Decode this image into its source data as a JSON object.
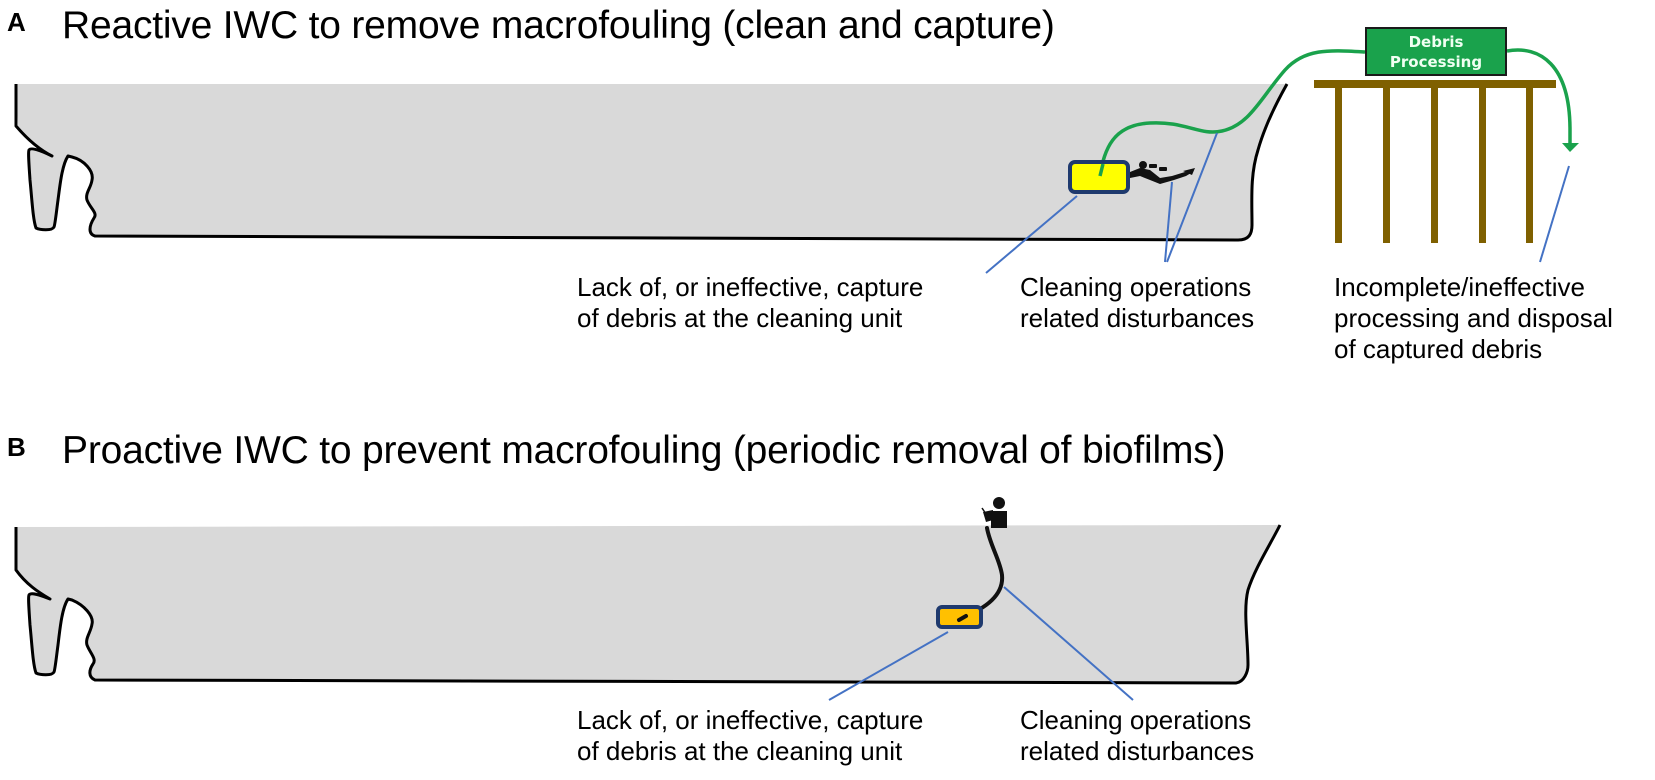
{
  "panel_a": {
    "letter": "A",
    "title": "Reactive IWC to remove macrofouling (clean and capture)",
    "debris_box": {
      "line1": "Debris",
      "line2": "Processing"
    },
    "labels": {
      "capture": {
        "line1": "Lack of, or ineffective, capture",
        "line2": "of debris at the cleaning unit"
      },
      "disturbance": {
        "line1": "Cleaning operations",
        "line2": "related disturbances"
      },
      "processing": {
        "line1": "Incomplete/ineffective",
        "line2": "processing and disposal",
        "line3": "of captured debris"
      }
    }
  },
  "panel_b": {
    "letter": "B",
    "title": "Proactive IWC to prevent macrofouling (periodic removal of biofilms)",
    "labels": {
      "capture": {
        "line1": "Lack of, or ineffective, capture",
        "line2": "of debris at the cleaning unit"
      },
      "disturbance": {
        "line1": "Cleaning operations",
        "line2": "related disturbances"
      }
    }
  },
  "colors": {
    "hull_fill": "#d9d9d9",
    "hull_outline": "#000000",
    "hose_green": "#1aa24c",
    "callout_blue": "#4472c4",
    "cleaning_unit_yellow": "#ffff00",
    "cleaning_unit_orange": "#ffc000",
    "unit_border": "#1f3a6e",
    "pier_brown": "#7f6000",
    "debris_box_green": "#1aa24c"
  }
}
